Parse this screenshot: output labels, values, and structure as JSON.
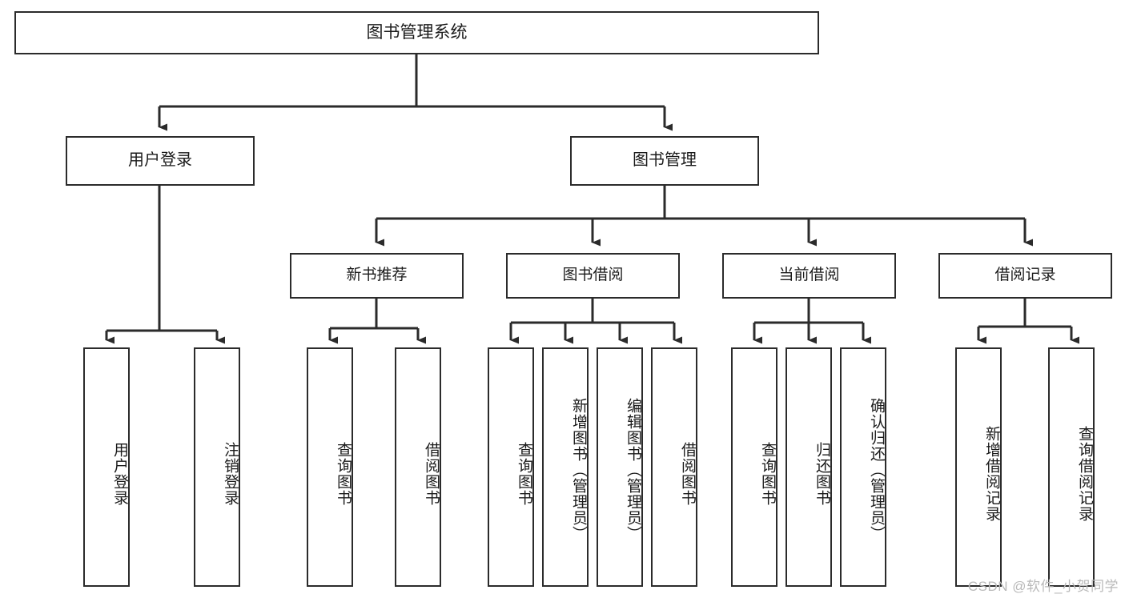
{
  "diagram": {
    "title": "图书管理系统",
    "type": "tree",
    "orientation": "top-down",
    "colors": {
      "box_border": "#2b2b2b",
      "box_fill": "#ffffff",
      "edge": "#2b2b2b",
      "text": "#1b1b1b",
      "watermark": "#b9b9b9",
      "background": "#ffffff"
    },
    "nodes": {
      "root": {
        "label": "图书管理系统"
      },
      "level1": [
        {
          "id": "user-login",
          "label": "用户登录"
        },
        {
          "id": "book-manage",
          "label": "图书管理"
        }
      ],
      "level2": [
        {
          "id": "new-book-recommend",
          "label": "新书推荐"
        },
        {
          "id": "book-borrow",
          "label": "图书借阅"
        },
        {
          "id": "current-borrow",
          "label": "当前借阅"
        },
        {
          "id": "borrow-record",
          "label": "借阅记录"
        }
      ],
      "leaves": {
        "user-login": [
          {
            "id": "leaf-user-login",
            "label": "用户登录"
          },
          {
            "id": "leaf-logout-login",
            "label": "注销登录"
          }
        ],
        "new-book-recommend": [
          {
            "id": "leaf-query-book-1",
            "label": "查询图书"
          },
          {
            "id": "leaf-borrow-book-1",
            "label": "借阅图书"
          }
        ],
        "book-borrow": [
          {
            "id": "leaf-query-book-2",
            "label": "查询图书"
          },
          {
            "id": "leaf-add-book",
            "label": "新增图书（管理员）"
          },
          {
            "id": "leaf-edit-book",
            "label": "编辑图书（管理员）"
          },
          {
            "id": "leaf-borrow-book-2",
            "label": "借阅图书"
          }
        ],
        "current-borrow": [
          {
            "id": "leaf-query-book-3",
            "label": "查询图书"
          },
          {
            "id": "leaf-return-book",
            "label": "归还图书"
          },
          {
            "id": "leaf-confirm-return",
            "label": "确认归还（管理员）"
          }
        ],
        "borrow-record": [
          {
            "id": "leaf-add-record",
            "label": "新增借阅记录"
          },
          {
            "id": "leaf-query-record",
            "label": "查询借阅记录"
          }
        ]
      }
    },
    "watermark": "CSDN @软件_小贺同学"
  }
}
